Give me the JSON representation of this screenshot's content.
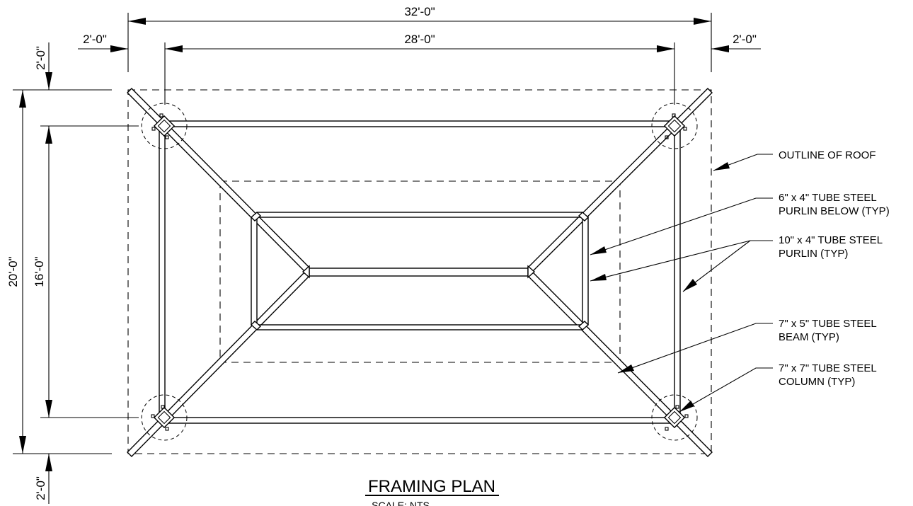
{
  "dimensions": {
    "overall_width": "32'-0\"",
    "inner_width": "28'-0\"",
    "left_overhang": "2'-0\"",
    "right_overhang": "2'-0\"",
    "top_overhang": "2'-0\"",
    "bottom_overhang": "2'-0\"",
    "overall_depth": "20'-0\"",
    "inner_depth": "16'-0\""
  },
  "notes": {
    "roof_outline": "OUTLINE OF ROOF",
    "purlin_below_line1": "6\" x 4\" TUBE STEEL",
    "purlin_below_line2": "PURLIN BELOW (TYP)",
    "purlin_line1": "10\" x 4\" TUBE STEEL",
    "purlin_line2": "PURLIN (TYP)",
    "beam_line1": "7\" x 5\" TUBE STEEL",
    "beam_line2": "BEAM (TYP)",
    "column_line1": "7\" x 7\" TUBE STEEL",
    "column_line2": "COLUMN (TYP)"
  },
  "title": "FRAMING PLAN",
  "scale": "SCALE: NTS"
}
